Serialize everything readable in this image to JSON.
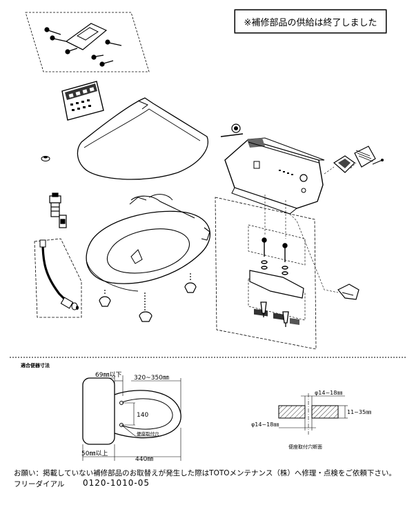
{
  "notice": "※補修部品の供給は終了しました",
  "dimension_section": {
    "title": "適合便器寸法",
    "dim_69": "69㎜以下",
    "dim_320_350": "320~350㎜",
    "dim_140": "140",
    "dim_50": "50㎜以上",
    "dim_440": "440㎜",
    "label_mount_hole": "便座取付穴"
  },
  "hole_section": {
    "dim_top_dia": "φ14~18㎜",
    "dim_thickness": "11~35㎜",
    "dim_bottom_dia": "φ14~18㎜",
    "caption": "便座取付穴断面"
  },
  "footer": {
    "line1": "お願い：掲載していない補修部品のお取替えが発生した際はTOTOメンテナンス（株）へ修理・点検をご依頼下さい。",
    "freedial_label": "フリーダイアル",
    "phone": "0120-1010-05"
  }
}
